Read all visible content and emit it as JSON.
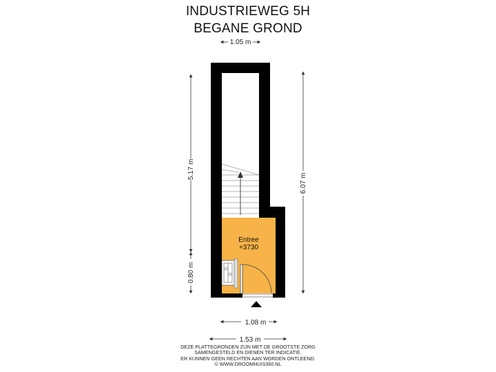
{
  "header": {
    "address": "INDUSTRIEWEG 5H",
    "floor": "BEGANE GROND"
  },
  "rooms": [
    {
      "name": "Entree",
      "level": "+3730",
      "color": "#f7b347"
    }
  ],
  "dimensions": {
    "top_width": "1.05 m",
    "left_upper_height": "5.17 m",
    "left_lower_height": "0.80 m",
    "right_height": "6.07 m",
    "bottom_inner_width": "1.08 m",
    "bottom_total_width": "1.53 m"
  },
  "colors": {
    "wall": "#000000",
    "room_fill": "#f7b347",
    "stairs": "#9a9a9a",
    "dimension": "#333333"
  },
  "disclaimer": [
    "DEZE PLATTEGRONDEN ZIJN MET DE GROOTSTE ZORG",
    "SAMENGESTELD EN DIENEN TER INDICATIE.",
    "ER KUNNEN GEEN RECHTEN AAN WORDEN ONTLEEND.",
    "© WWW.DROOMHUIS360.NL"
  ],
  "icons": {
    "entrance": "entrance-arrow-icon",
    "stairs": "stairs-up-arrow-icon",
    "radiator": "radiator-icon"
  }
}
